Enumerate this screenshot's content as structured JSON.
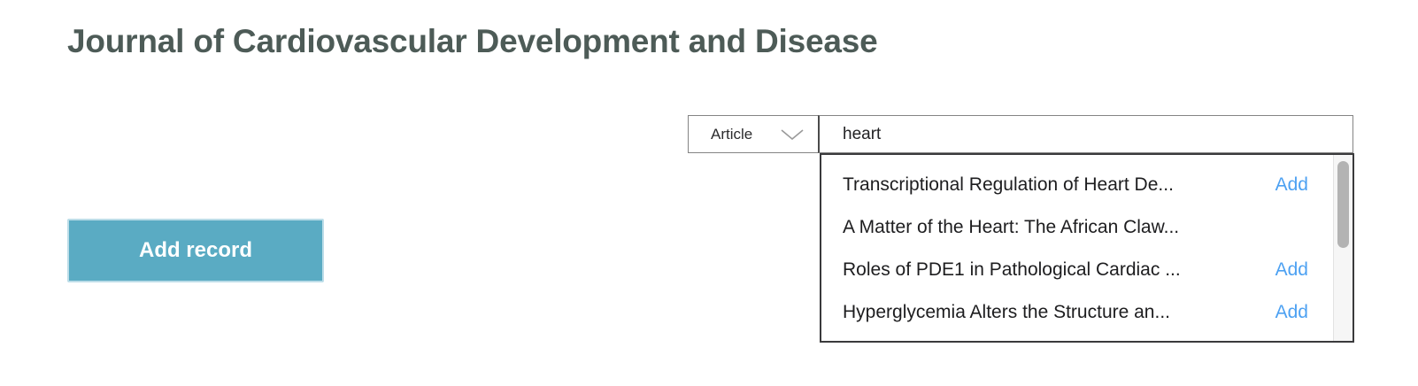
{
  "page": {
    "title": "Journal of Cardiovascular Development and Disease"
  },
  "search_bar": {
    "type_select": {
      "value": "Article",
      "icon": "chevron-down-icon"
    },
    "query_input": {
      "value": "heart",
      "placeholder": ""
    }
  },
  "suggestions": {
    "items": [
      {
        "title": "Transcriptional Regulation of Heart De...",
        "has_add": true,
        "add_label": "Add"
      },
      {
        "title": "A Matter of the Heart: The African Claw...",
        "has_add": false,
        "add_label": ""
      },
      {
        "title": "Roles of PDE1 in Pathological Cardiac ...",
        "has_add": true,
        "add_label": "Add"
      },
      {
        "title": "Hyperglycemia Alters the Structure an...",
        "has_add": true,
        "add_label": "Add"
      }
    ],
    "scrollbar_visible": true
  },
  "actions": {
    "add_record_label": "Add record"
  },
  "colors": {
    "title_text": "#4d5b57",
    "accent_button": "#5aabc3",
    "add_link": "#4da1f2",
    "list_border": "#3a3a3c"
  }
}
